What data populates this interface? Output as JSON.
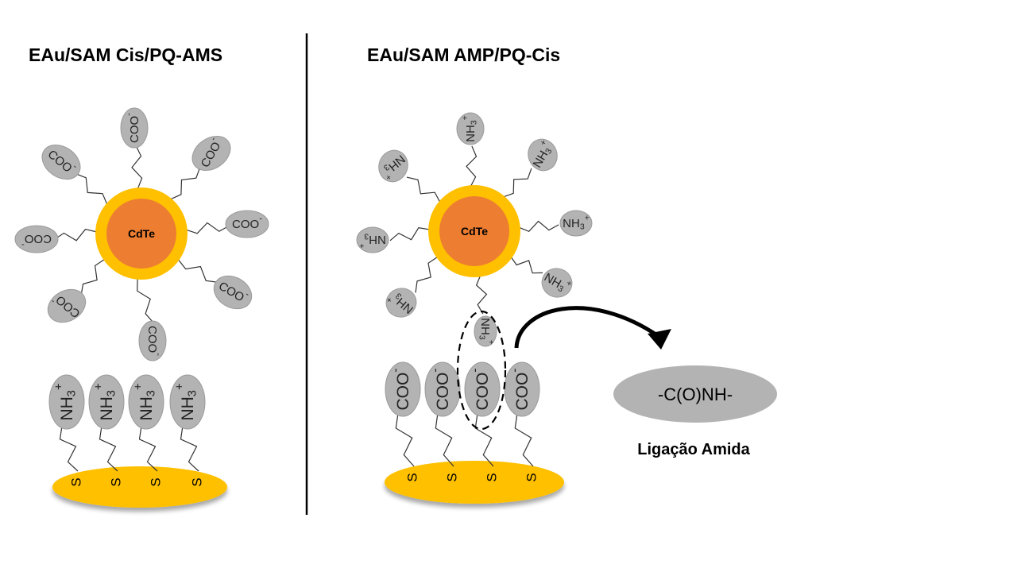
{
  "left_panel": {
    "title": "EAu/SAM Cis/PQ-AMS",
    "core_label": "CdTe",
    "shell_group": "COO",
    "shell_charge": "-",
    "surface_group": "NH",
    "surface_subscript": "3",
    "surface_charge": "+",
    "anchor_label": "S"
  },
  "right_panel": {
    "title": "EAu/SAM AMP/PQ-Cis",
    "core_label": "CdTe",
    "shell_group": "NH",
    "shell_subscript": "3",
    "shell_charge": "+",
    "surface_group": "COO",
    "surface_charge": "-",
    "anchor_label": "S",
    "bond_label": "-C(O)NH-",
    "bond_caption": "Ligação Amida"
  },
  "colors": {
    "core": "#ed7d31",
    "shell": "#ffc000",
    "electrode": "#ffc000",
    "blob": "#b3b3b3",
    "ink": "#000000"
  }
}
